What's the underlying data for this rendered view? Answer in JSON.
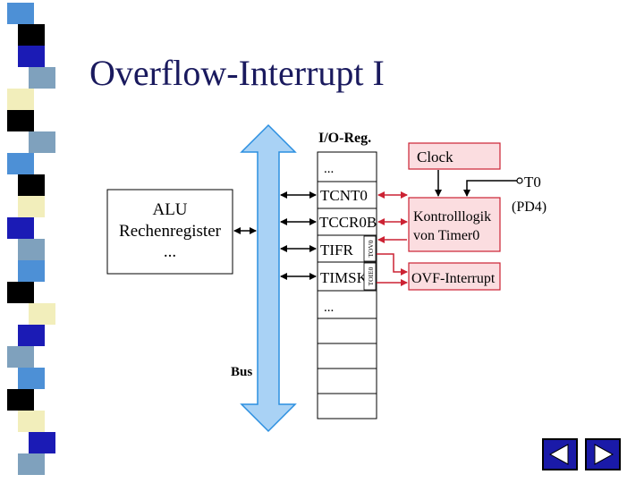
{
  "slide": {
    "title": "Overflow-Interrupt I"
  },
  "colors": {
    "title": "#1a1a5e",
    "bus_fill": "#a9d2f5",
    "bus_stroke": "#2b8fe0",
    "highlight_fill": "#fbdde0",
    "highlight_stroke": "#cc2233",
    "nav_button": "#1a1aa8"
  },
  "diagram": {
    "io_reg_header": "I/O-Reg.",
    "registers": [
      "...",
      "TCNT0",
      "TCCR0B",
      "TIFR",
      "TIMSK",
      "..."
    ],
    "alu_lines": [
      "ALU",
      "Rechenregister",
      "..."
    ],
    "clock": "Clock",
    "control_lines": [
      "Kontrolllogik",
      "von Timer0"
    ],
    "ovf_interrupt": "OVF-Interrupt",
    "pin_lines": [
      "T0",
      "(PD4)"
    ],
    "tov0": "TOV0",
    "toie0": "TOIE0",
    "bus": "Bus"
  },
  "navigation": {
    "prev_icon": "triangle-left-icon",
    "next_icon": "triangle-right-icon"
  }
}
